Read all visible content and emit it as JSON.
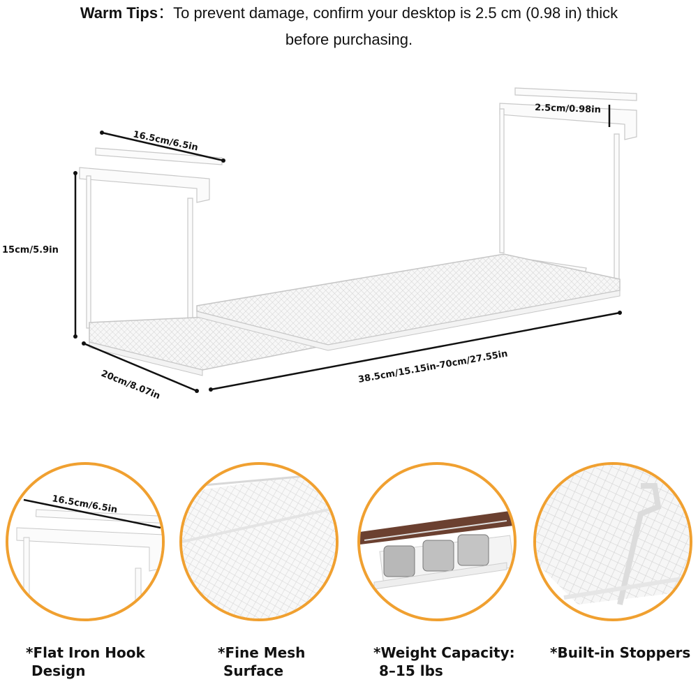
{
  "tips": {
    "label": "Warm Tips",
    "sep": "：",
    "text1": "To prevent damage, confirm your desktop is 2.5 cm (0.98 in) thick",
    "text2": "before purchasing."
  },
  "dimensions": {
    "hook_length": "16.5cm/6.5in",
    "thickness": "2.5cm/0.98in",
    "height": "15cm/5.9in",
    "depth": "20cm/8.07in",
    "width": "38.5cm/15.15in-70cm/27.55in"
  },
  "features": [
    {
      "line1": "*Flat Iron Hook",
      "line2": "Design",
      "label": "16.5cm/6.5in"
    },
    {
      "line1": "*Fine Mesh",
      "line2": "Surface"
    },
    {
      "line1": "*Weight Capacity:",
      "line2": "8–15 lbs"
    },
    {
      "line1": "*Built-in Stoppers",
      "line2": ""
    }
  ],
  "colors": {
    "accent": "#f0a030",
    "wood": "#6b4030"
  }
}
